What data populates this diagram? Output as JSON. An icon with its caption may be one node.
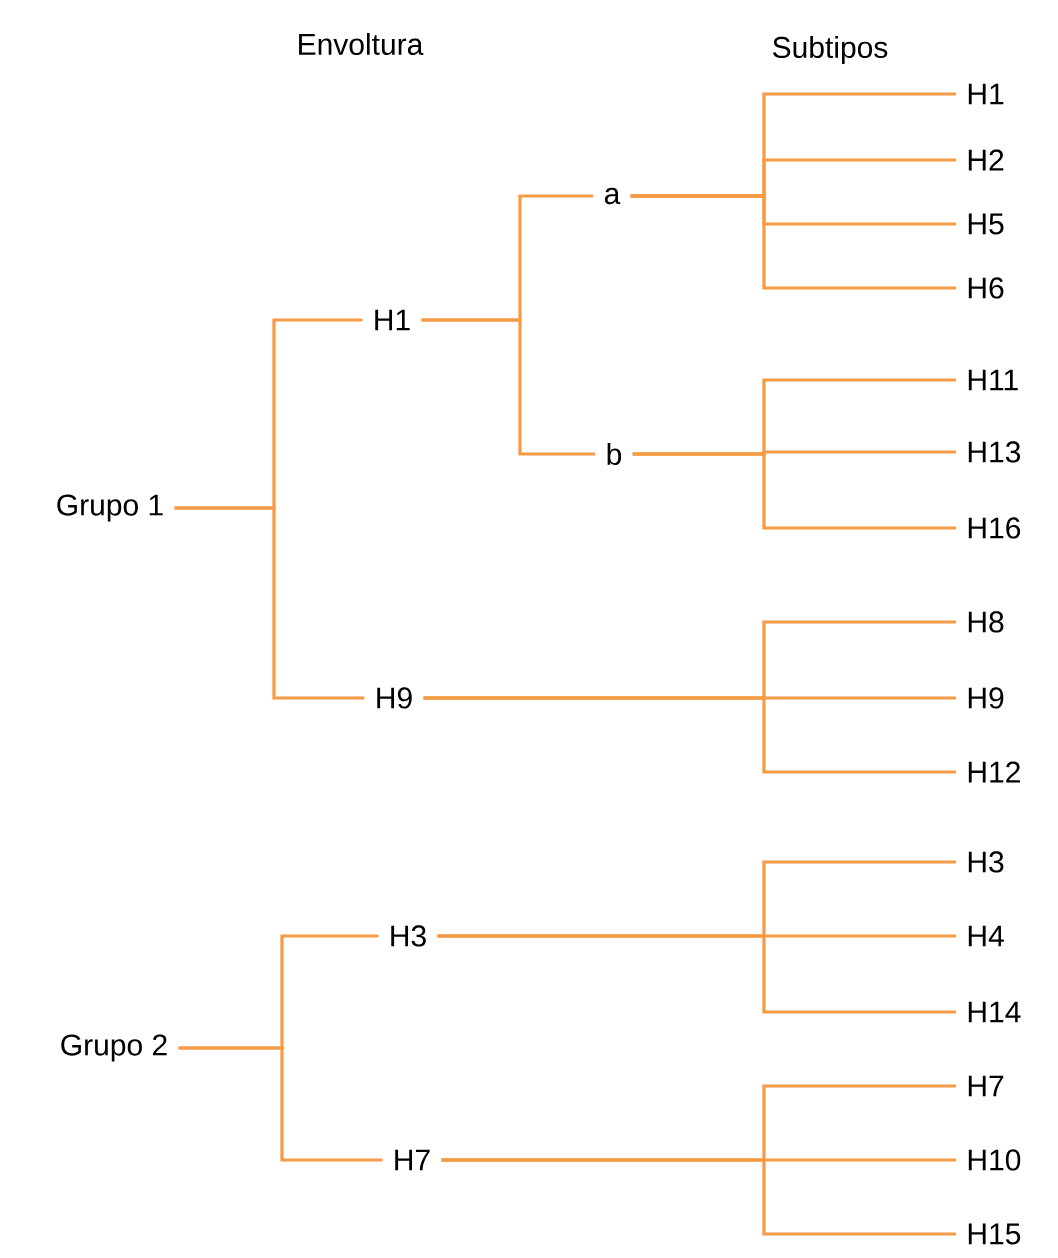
{
  "diagram": {
    "nodes": [
      {
        "text": [
          "Grupo 1"
        ]
      },
      {
        "text": [
          "H1"
        ]
      },
      {
        "text": [
          "a"
        ]
      },
      {
        "text": [
          "H1"
        ]
      },
      {
        "text": [
          "H2"
        ]
      },
      {
        "text": [
          "H5"
        ]
      },
      {
        "text": [
          "H6"
        ]
      },
      {
        "text": [
          "b"
        ]
      },
      {
        "text": [
          "H11"
        ]
      },
      {
        "text": [
          "H13"
        ]
      },
      {
        "text": [
          "H16"
        ]
      },
      {
        "text": [
          "H9"
        ]
      },
      {
        "text": [
          "H8"
        ]
      },
      {
        "text": [
          "H9"
        ]
      },
      {
        "text": [
          "H12"
        ]
      },
      {
        "text": [
          "Grupo 2"
        ]
      },
      {
        "text": [
          "H3"
        ]
      },
      {
        "text": [
          "H3"
        ]
      },
      {
        "text": [
          "H4"
        ]
      },
      {
        "text": [
          "H14"
        ]
      },
      {
        "text": [
          "H7"
        ]
      },
      {
        "text": [
          "H7"
        ]
      },
      {
        "text": [
          "H10"
        ]
      },
      {
        "text": [
          "H15"
        ]
      }
    ],
    "edges": [
      {
        "from": 0,
        "to": 1,
        "arrow": "none"
      },
      {
        "from": 0,
        "to": 11,
        "arrow": "none"
      },
      {
        "from": 1,
        "to": 2,
        "arrow": "none"
      },
      {
        "from": 1,
        "to": 7,
        "arrow": "none"
      },
      {
        "from": 2,
        "to": 3,
        "arrow": "none"
      },
      {
        "from": 2,
        "to": 4,
        "arrow": "none"
      },
      {
        "from": 2,
        "to": 5,
        "arrow": "none"
      },
      {
        "from": 2,
        "to": 6,
        "arrow": "none"
      },
      {
        "from": 7,
        "to": 8,
        "arrow": "none"
      },
      {
        "from": 7,
        "to": 9,
        "arrow": "none"
      },
      {
        "from": 7,
        "to": 10,
        "arrow": "none"
      },
      {
        "from": 11,
        "to": 12,
        "arrow": "none"
      },
      {
        "from": 11,
        "to": 13,
        "arrow": "none"
      },
      {
        "from": 11,
        "to": 14,
        "arrow": "none"
      },
      {
        "from": 15,
        "to": 16,
        "arrow": "none"
      },
      {
        "from": 15,
        "to": 20,
        "arrow": "none"
      },
      {
        "from": 16,
        "to": 17,
        "arrow": "none"
      },
      {
        "from": 16,
        "to": 18,
        "arrow": "none"
      },
      {
        "from": 16,
        "to": 19,
        "arrow": "none"
      },
      {
        "from": 20,
        "to": 21,
        "arrow": "none"
      },
      {
        "from": 20,
        "to": 22,
        "arrow": "none"
      },
      {
        "from": 20,
        "to": 23,
        "arrow": "none"
      }
    ],
    "labels": [
      "Envoltura",
      "Subtipos"
    ]
  }
}
